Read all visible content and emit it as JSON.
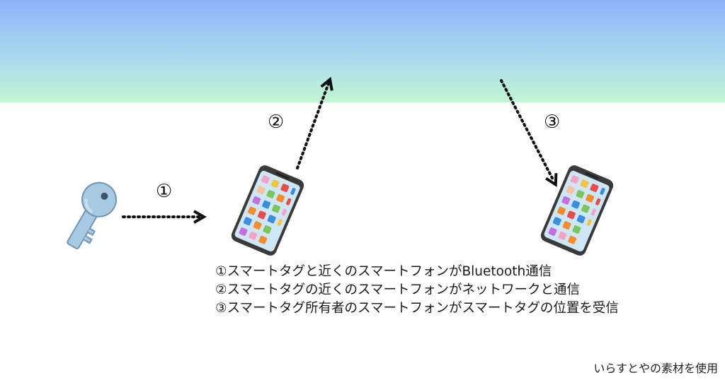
{
  "steps": [
    {
      "marker": "①",
      "text": "①スマートタグと近くのスマートフォンがBluetooth通信"
    },
    {
      "marker": "②",
      "text": "②スマートタグの近くのスマートフォンがネットワークと通信"
    },
    {
      "marker": "③",
      "text": "③スマートタグ所有者のスマートフォンがスマートタグの位置を受信"
    }
  ],
  "credit": "いらすとやの素材を使用",
  "colors": {
    "sky_top": "#8eb2fb",
    "sky_bottom": "#c2f6d4",
    "key": "#a8c9e2",
    "phone_frame": "#3a3a3a",
    "phone_screen": "#cfe6f5"
  },
  "icons": [
    "key-icon",
    "smartphone-icon",
    "dotted-arrow"
  ]
}
